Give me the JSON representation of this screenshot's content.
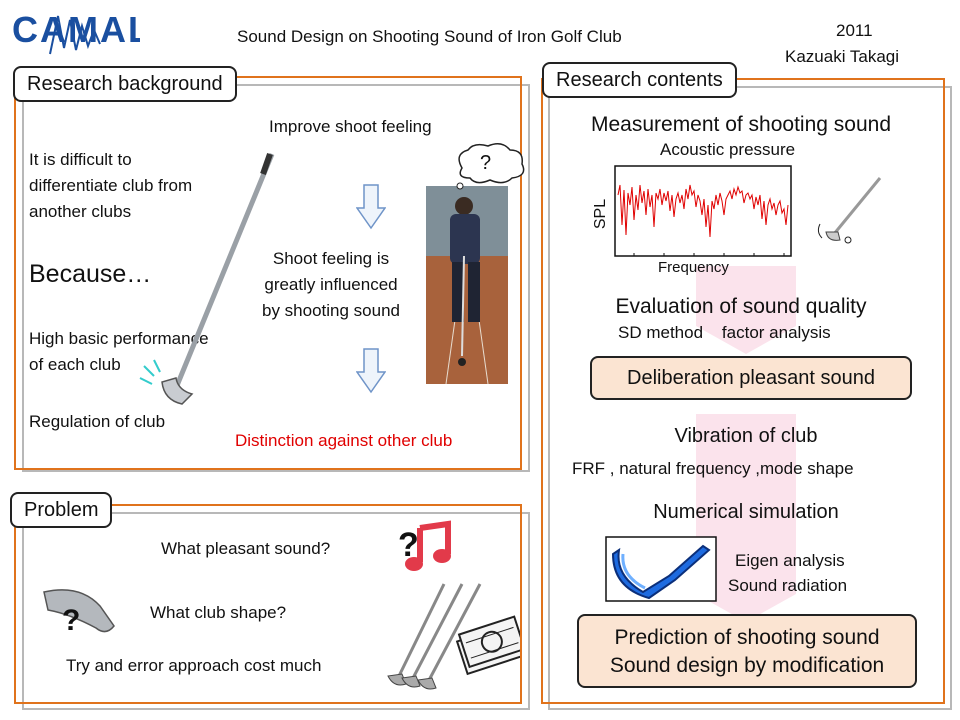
{
  "header": {
    "title": "Sound Design on  Shooting Sound of Iron Golf Club",
    "year": "2011",
    "author": "Kazuaki Takagi",
    "logo_text": "CAMAL"
  },
  "background": {
    "heading": "Research background",
    "difficulty_lines": [
      "It is difficult to",
      "differentiate club from",
      "another clubs"
    ],
    "because": "Because…",
    "performance_lines": [
      "High basic performance",
      "of each club"
    ],
    "regulation": "Regulation of club",
    "improve": "Improve shoot feeling",
    "influence_lines": [
      "Shoot feeling is",
      "greatly  influenced",
      "by shooting sound"
    ],
    "distinction": "Distinction against other club",
    "thought_mark": "?"
  },
  "problem": {
    "heading": "Problem",
    "q_sound": "What pleasant sound?",
    "q_shape": "What club shape?",
    "cost": "Try and error approach cost much"
  },
  "contents": {
    "heading": "Research contents",
    "measurement": "Measurement of shooting sound",
    "acoustic": "Acoustic pressure",
    "spl_label": "SPL",
    "freq_label": "Frequency",
    "evaluation": "Evaluation of sound quality",
    "methods": "SD method    factor analysis",
    "deliberation": "Deliberation pleasant sound",
    "vibration": "Vibration of club",
    "frf": "FRF , natural frequency ,mode shape",
    "simulation": "Numerical simulation",
    "eigen": "Eigen analysis",
    "radiation": "Sound radiation",
    "prediction": "Prediction of shooting sound",
    "sound_design": "Sound design by modification"
  },
  "colors": {
    "accent_orange": "#e0731c",
    "panel_grey": "#b8b8b8",
    "red_text": "#e00000",
    "pill_fill": "#fbe4d2",
    "logo_blue": "#1a4fa0"
  }
}
